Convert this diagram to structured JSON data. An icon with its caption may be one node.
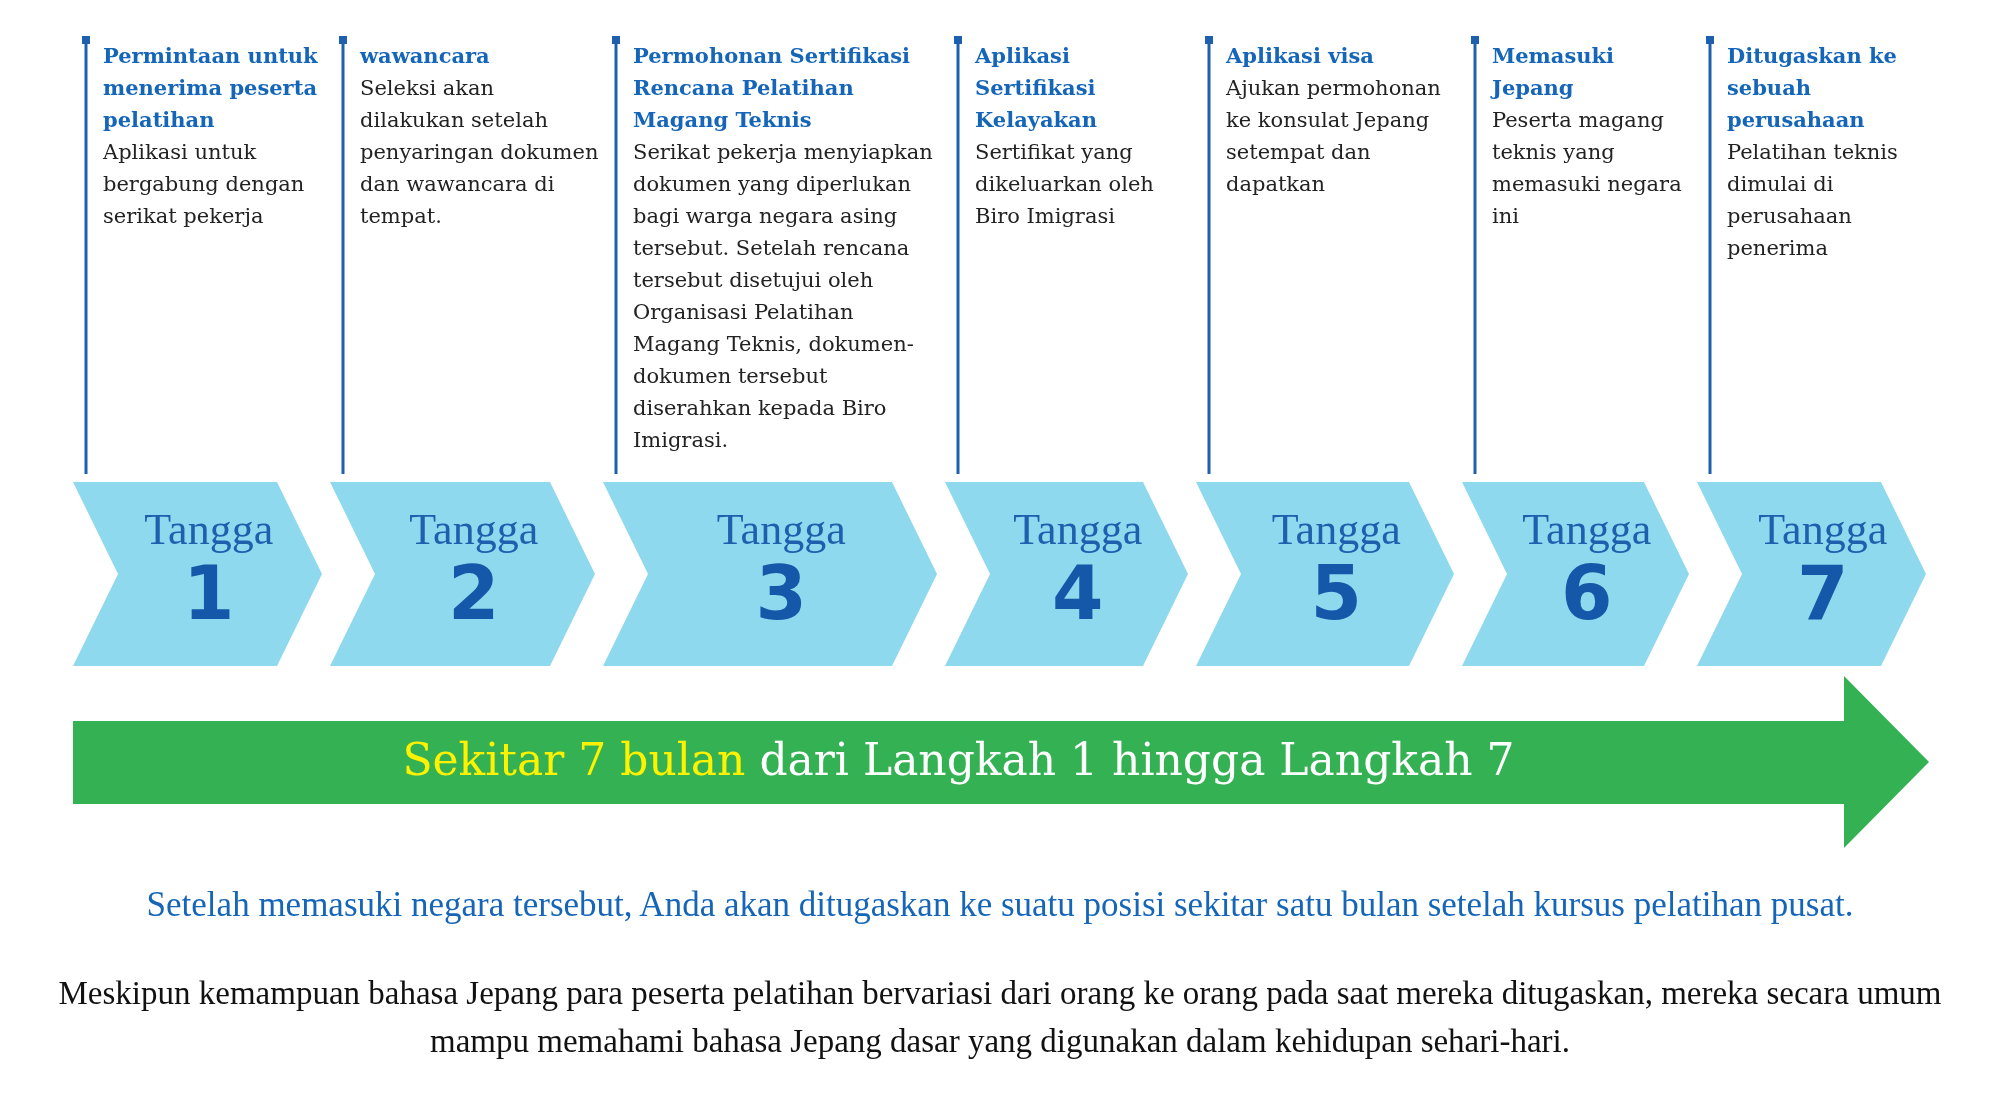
{
  "diagram": {
    "nodes": [
      {
        "text": [
          "Tangga",
          "1"
        ],
        "beside": [
          "Permintaan untuk menerima peserta pelatihan",
          "Aplikasi untuk bergabung dengan serikat pekerja"
        ]
      },
      {
        "text": [
          "Tangga",
          "2"
        ],
        "beside": [
          "wawancara",
          "Seleksi akan dilakukan setelah penyaringan dokumen dan wawancara di tempat."
        ]
      },
      {
        "text": [
          "Tangga",
          "3"
        ],
        "beside": [
          "Permohonan Sertifikasi Rencana Pelatihan Magang Teknis",
          "Serikat pekerja menyiapkan dokumen yang diperlukan bagi warga negara asing tersebut. Setelah rencana tersebut disetujui oleh Organisasi Pelatihan Magang Teknis, dokumen-dokumen tersebut diserahkan kepada Biro Imigrasi."
        ]
      },
      {
        "text": [
          "Tangga",
          "4"
        ],
        "beside": [
          "Aplikasi Sertifikasi Kelayakan",
          "Sertifikat yang dikeluarkan oleh Biro Imigrasi"
        ]
      },
      {
        "text": [
          "Tangga",
          "5"
        ],
        "beside": [
          "Aplikasi visa",
          "Ajukan permohonan ke konsulat Jepang setempat dan dapatkan"
        ]
      },
      {
        "text": [
          "Tangga",
          "6"
        ],
        "beside": [
          "Memasuki Jepang",
          "Peserta magang teknis yang memasuki negara ini"
        ]
      },
      {
        "text": [
          "Tangga",
          "7"
        ],
        "beside": [
          "Ditugaskan ke sebuah perusahaan",
          "Pelatihan teknis dimulai di perusahaan penerima"
        ]
      },
      {
        "text": [
          "Sekitar 7 bulan",
          "dari Langkah 1 hingga Langkah 7"
        ]
      }
    ],
    "labels": [
      "Setelah memasuki negara tersebut, Anda akan ditugaskan ke suatu posisi sekitar satu bulan setelah kursus pelatihan pusat.",
      "Meskipun kemampuan bahasa Jepang para peserta pelatihan bervariasi dari orang ke orang pada saat mereka ditugaskan, mereka secara umum mampu memahami bahasa Jepang dasar yang digunakan dalam kehidupan sehari-hari."
    ]
  }
}
